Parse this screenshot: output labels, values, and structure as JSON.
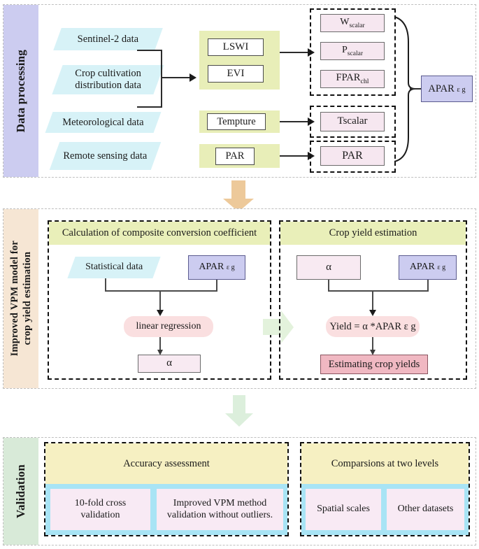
{
  "figure": {
    "type": "flowchart",
    "title": "Improved VPM crop yield estimation workflow"
  },
  "sections": {
    "data_processing": {
      "label": "Data processing",
      "band_color": "#ccccf0",
      "inputs": [
        {
          "label": "Sentinel-2 data"
        },
        {
          "label": "Crop cultivation\ndistribution data"
        },
        {
          "label": "Meteorological data"
        },
        {
          "label": "Remote sensing\ndata"
        }
      ],
      "indices": [
        {
          "label": "LSWI"
        },
        {
          "label": "EVI"
        },
        {
          "label": "Tempture"
        },
        {
          "label": "PAR"
        }
      ],
      "scalars_group1": [
        {
          "name": "W",
          "sub": "scalar"
        },
        {
          "name": "P",
          "sub": "scalar"
        },
        {
          "name": "FPAR",
          "sub": "chl"
        }
      ],
      "scalars_group2": [
        {
          "name": "Tscalar",
          "sub": ""
        }
      ],
      "scalars_group3": [
        {
          "name": "PAR",
          "sub": ""
        }
      ],
      "output": {
        "name": "APAR",
        "sub": "ε g"
      }
    },
    "model": {
      "label": "Improved VPM model for\ncrop yield estimation",
      "band_color": "#f6e6d4",
      "left_panel": {
        "header": "Calculation of composite conversion coefficient",
        "input_data": "Statistical data",
        "input_apar": {
          "name": "APAR",
          "sub": "ε g"
        },
        "process": "linear regression",
        "output": "α"
      },
      "right_panel": {
        "header": "Crop yield estimation",
        "input_alpha": "α",
        "input_apar": {
          "name": "APAR",
          "sub": "ε g"
        },
        "formula": "Yield =  α *APAR ε g",
        "result": "Estimating crop yields"
      }
    },
    "validation": {
      "label": "Validation",
      "band_color": "#d8ead8",
      "groups": [
        {
          "header": "Accuracy assessment",
          "items": [
            "10-fold cross\nvalidation",
            "Improved VPM method\nvalidation without outliers."
          ]
        },
        {
          "header": "Comparsions at two levels",
          "items": [
            "Spatial scales",
            "Other datasets"
          ]
        }
      ]
    }
  },
  "flow_arrows": {
    "data_to_model": {
      "direction": "down",
      "color": "#edc99a"
    },
    "left_to_right_panel": {
      "direction": "right",
      "color": "#e3f2dc"
    },
    "model_to_validation": {
      "direction": "down",
      "color": "#dcefdc"
    }
  },
  "colors": {
    "input_parallelogram": "#d7f2f7",
    "index_band": "#e8eeb8",
    "scalar_box": "#f6e7f0",
    "apar_box": "#ccccf0",
    "result_box": "#f0b8c2",
    "pill": "#fadfe0",
    "validation_header": "#f6f0c2",
    "validation_band": "#a8e4f5",
    "dashed_frame": "#bfbfbf"
  }
}
